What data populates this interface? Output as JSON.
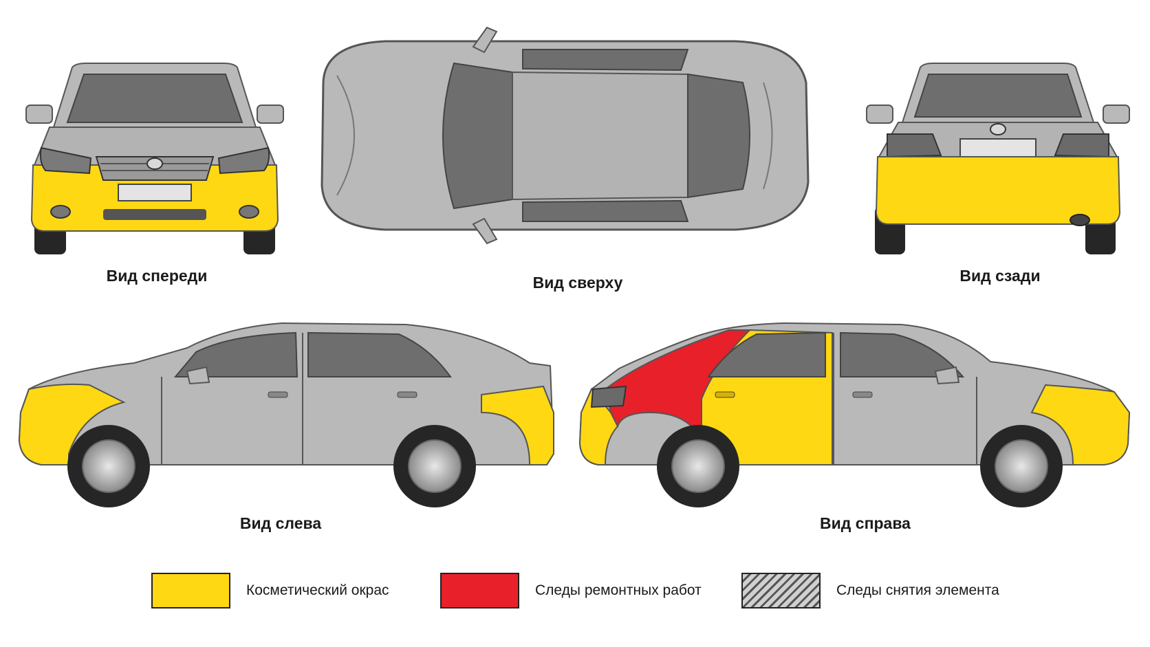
{
  "views": {
    "front": "Вид спереди",
    "top": "Вид сверху",
    "rear": "Вид сзади",
    "left": "Вид слева",
    "right": "Вид справа"
  },
  "legend": [
    {
      "label": "Косметический окрас",
      "color": "#FFD814",
      "pattern": "solid"
    },
    {
      "label": "Следы ремонтных работ",
      "color": "#E8202A",
      "pattern": "solid"
    },
    {
      "label": "Следы снятия элемента",
      "color": "#BDBDBD",
      "pattern": "hatch"
    }
  ],
  "colors": {
    "body": "#B9B9B9",
    "glass": "#6E6E6E",
    "tire": "#262626",
    "cosmetic_paint": "#FFD814",
    "repair": "#E8202A"
  }
}
